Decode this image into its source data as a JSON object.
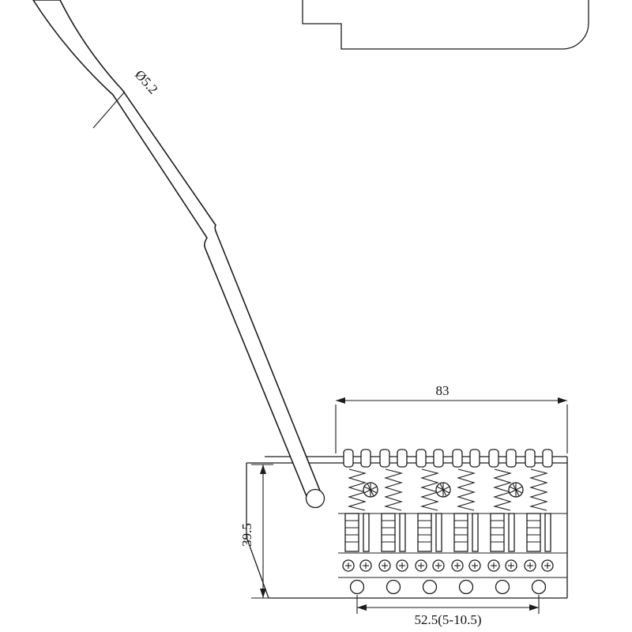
{
  "drawing": {
    "line_color": "#1c1c1c",
    "background": "#ffffff",
    "labels": {
      "arm_diameter": "Ø5.2",
      "bridge_width": "83",
      "bridge_height": "39.5",
      "hole_spacing": "52.5(5-10.5)"
    }
  }
}
